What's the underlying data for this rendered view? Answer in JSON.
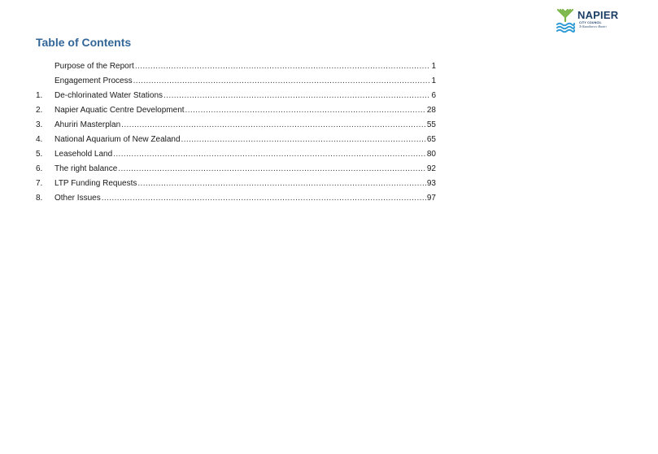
{
  "header": {
    "logo": {
      "name": "NAPIER",
      "subtitle": "CITY COUNCIL",
      "tagline": "Te Kaunihera o Ahuriri"
    }
  },
  "toc": {
    "title": "Table of Contents",
    "entries": [
      {
        "num": "",
        "label": "Purpose of the Report",
        "page": "1"
      },
      {
        "num": "",
        "label": "Engagement Process",
        "page": "1"
      },
      {
        "num": "1.",
        "label": "De-chlorinated Water Stations",
        "page": "6"
      },
      {
        "num": "2.",
        "label": "Napier Aquatic Centre Development",
        "page": "28"
      },
      {
        "num": "3.",
        "label": "Ahuriri Masterplan",
        "page": "55"
      },
      {
        "num": "4.",
        "label": "National Aquarium of New Zealand",
        "page": "65"
      },
      {
        "num": "5.",
        "label": "Leasehold Land",
        "page": "80"
      },
      {
        "num": "6.",
        "label": "The right balance",
        "page": "92"
      },
      {
        "num": "7.",
        "label": "LTP Funding Requests",
        "page": "93"
      },
      {
        "num": "8.",
        "label": "Other Issues",
        "page": "97"
      }
    ]
  },
  "colors": {
    "title": "#336699",
    "logo_text": "#1d3f66",
    "logo_green": "#7ab648",
    "logo_blue": "#2f9bd5"
  }
}
